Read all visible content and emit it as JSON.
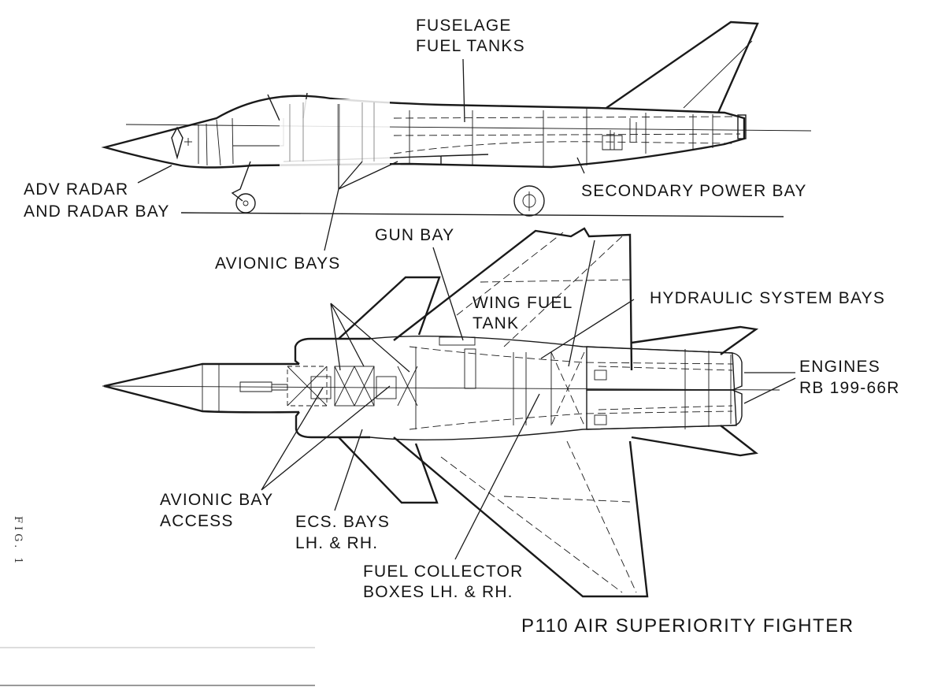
{
  "figure": {
    "label": "FIG. 1",
    "title": "P110 AIR SUPERIORITY FIGHTER",
    "ink_color": "#1a1a1a",
    "paper_color": "#ffffff"
  },
  "side_view": {
    "labels": {
      "fuselage_fuel_tanks": [
        "FUSELAGE",
        "FUEL TANKS"
      ],
      "adv_radar": [
        "ADV RADAR",
        "AND RADAR BAY"
      ],
      "secondary_power_bay": "SECONDARY POWER BAY",
      "avionic_bays": "AVIONIC BAYS"
    }
  },
  "plan_view": {
    "labels": {
      "gun_bay": "GUN BAY",
      "wing_fuel_tank": [
        "WING FUEL",
        "TANK"
      ],
      "hydraulic_system_bays": "HYDRAULIC SYSTEM BAYS",
      "engines": [
        "ENGINES",
        "RB 199-66R"
      ],
      "avionic_bay_access": [
        "AVIONIC BAY",
        "ACCESS"
      ],
      "ecs_bays": [
        "ECS. BAYS",
        "LH. & RH."
      ],
      "fuel_collector_boxes": [
        "FUEL COLLECTOR",
        "BOXES LH. & RH."
      ]
    }
  }
}
